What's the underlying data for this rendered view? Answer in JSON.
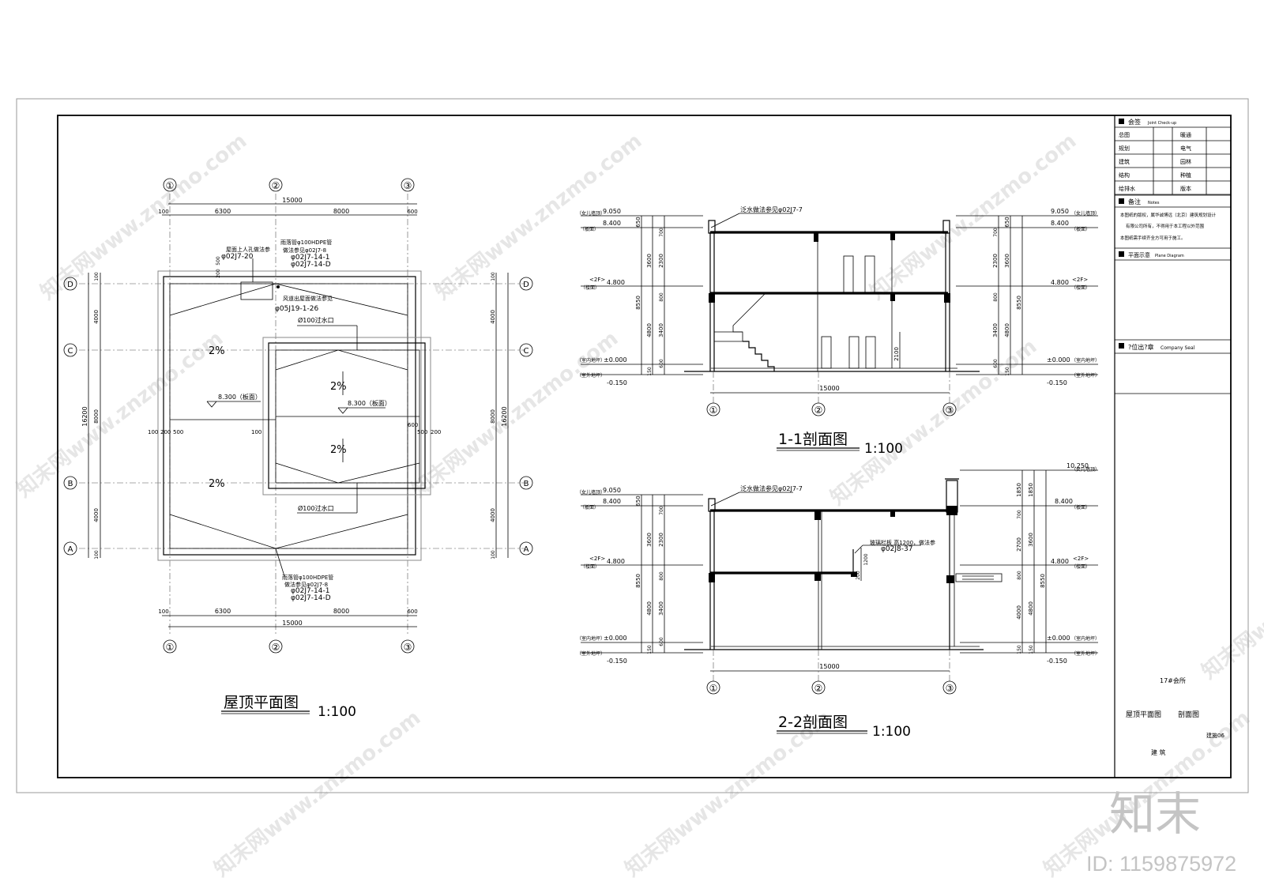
{
  "watermark": {
    "site_text": "知末网www.znzmo.com",
    "brand": "知末",
    "id_text": "ID: 1159875972"
  },
  "roof_plan": {
    "title": "屋顶平面图",
    "scale": "1:100",
    "axes_x": [
      "①",
      "②",
      "③"
    ],
    "axes_y": [
      "D",
      "C",
      "B",
      "A"
    ],
    "dim_total_x": "15000",
    "dim_x_parts": [
      "100",
      "6300",
      "8000",
      "600"
    ],
    "dim_total_y": "16200",
    "dim_y_parts": [
      "100",
      "4000",
      "8000",
      "4000",
      "100"
    ],
    "slope_labels": [
      "2%",
      "2%",
      "2%",
      "2%"
    ],
    "level_labels": [
      "8.300（板面）",
      "8.300（板面）"
    ],
    "notes": {
      "access_hatch": "屋面上人孔做法参",
      "access_hatch_ref": "φ02J7-20",
      "drain_top": "雨落管φ100HDPE管",
      "drain_top_ref1": "做法参见φ02J7-8",
      "drain_top_ref2": "φ02J7-14-1",
      "drain_top_ref3": "φ02J7-14-D",
      "vent": "风道出屋面做法参见",
      "vent_ref": "φ05J19-1-26",
      "overflow_top": "Ø100过水口",
      "overflow_bottom": "Ø100过水口",
      "drain_bottom": "雨落管φ100HDPE管",
      "drain_bottom_ref1": "做法参见φ02J7-8",
      "drain_bottom_ref2": "φ02J7-14-1",
      "drain_bottom_ref3": "φ02J7-14-D"
    },
    "small_dims": [
      "200",
      "500",
      "100",
      "200",
      "500",
      "100",
      "600",
      "500",
      "200"
    ]
  },
  "section_11": {
    "title": "1-1剖面图",
    "scale": "1:100",
    "note": "泛水做法参见φ02J7-7",
    "levels_left": [
      "9.050",
      "（女儿墙顶）",
      "8.400",
      "（板面）",
      "4.800",
      "<2F>",
      "（楼面）",
      "±0.000",
      "（室内地坪）",
      "-0.150",
      "（室外地坪）"
    ],
    "levels_right": [
      "9.050",
      "（女儿墙顶）",
      "8.400",
      "（板面）",
      "4.800",
      "<2F>",
      "（楼面）",
      "±0.000",
      "（室内地坪）",
      "-0.150",
      "（室外地坪）"
    ],
    "dims_outer": [
      "650",
      "3600",
      "4800",
      "150"
    ],
    "dims_middle": [
      "8550"
    ],
    "dims_inner": [
      "700",
      "2300",
      "600",
      "800",
      "3400",
      "600",
      "150"
    ],
    "door_dim": "2100",
    "total_width": "15000",
    "axes": [
      "①",
      "②",
      "③"
    ]
  },
  "section_22": {
    "title": "2-2剖面图",
    "scale": "1:100",
    "note": "泛水做法参见φ02J7-7",
    "rail_note": "玻璃栏板 高1200，做法参",
    "rail_ref": "φ02J8-37",
    "rail_dims": [
      "1200",
      "200"
    ],
    "levels_left": [
      "9.050",
      "（女儿墙顶）",
      "8.400",
      "（板面）",
      "4.800",
      "<2F>",
      "（楼面）",
      "±0.000",
      "（室内地坪）",
      "-0.150",
      "（室外地坪）"
    ],
    "levels_right": [
      "10.250",
      "（女儿墙顶）",
      "8.400",
      "（板面）",
      "4.800",
      "<2F>",
      "（楼面）",
      "±0.000",
      "（室内地坪）",
      "-0.150",
      "（室外地坪）"
    ],
    "dims_left_outer": [
      "650",
      "3600",
      "4800",
      "150"
    ],
    "dims_left_middle": [
      "8550"
    ],
    "dims_left_inner": [
      "700",
      "2300",
      "600",
      "800",
      "3400",
      "600",
      "150"
    ],
    "dims_right_outer": [
      "1850",
      "3600",
      "4800",
      "150"
    ],
    "dims_right_middle": [
      "8550"
    ],
    "dims_right_inner": [
      "1850",
      "700",
      "2700",
      "800",
      "4000",
      "150"
    ],
    "total_width": "15000",
    "axes": [
      "①",
      "②",
      "③"
    ]
  },
  "title_block": {
    "joint_header": "会签",
    "joint_header_en": "Joint Check-up",
    "joint_rows": [
      [
        "总图",
        "暖通"
      ],
      [
        "规划",
        "电气"
      ],
      [
        "建筑",
        "园林"
      ],
      [
        "结构",
        "种植"
      ],
      [
        "给排水",
        "版本"
      ]
    ],
    "notes_header": "备注",
    "notes_header_en": "Notes",
    "notes_lines": [
      "本图纸的版权，属华诚博远（北京）建筑规划设计",
      "有限公司所有，不得用于本工程以外范围",
      "本图纸需手续齐全方可用于施工。"
    ],
    "plan_header": "平面示意",
    "plan_header_en": "Plane Diagram",
    "seal_header": "?位出?章",
    "seal_header_en": "Company Seal",
    "project": "17#会所",
    "drawing_name_1": "屋顶平面图",
    "drawing_name_2": "剖面图",
    "drawing_no": "建施06",
    "discipline": "建 筑"
  }
}
